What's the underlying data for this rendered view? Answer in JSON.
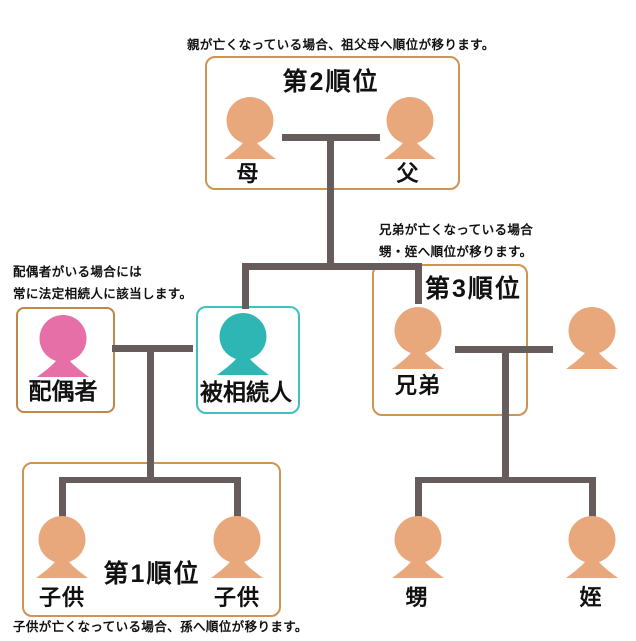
{
  "diagram": {
    "notes": {
      "parents": "親が亡くなっている場合、祖父母へ順位が移ります。",
      "spouse_lines": [
        "配偶者がいる場合には",
        "常に法定相続人に該当します。"
      ],
      "sibling_lines": [
        "兄弟が亡くなっている場合",
        "甥・姪へ順位が移ります。"
      ],
      "children": "子供が亡くなっている場合、孫へ順位が移ります。"
    },
    "ranks": {
      "rank1": "第1順位",
      "rank2": "第2順位",
      "rank3": "第3順位"
    },
    "people": {
      "mother": "母",
      "father": "父",
      "spouse": "配偶者",
      "decedent": "被相続人",
      "sibling": "兄弟",
      "sibling_spouse": "",
      "child_left": "子供",
      "child_right": "子供",
      "nephew": "甥",
      "niece": "姪"
    },
    "colors": {
      "figure_tan": "#e8a87c",
      "figure_pink": "#e56fa6",
      "figure_teal": "#2eb6b4",
      "connector": "#675c5c",
      "group_box_border": "#cd9452",
      "spouse_box_border": "#c2854a",
      "decedent_box_border": "#3fc1bf",
      "text": "#111111",
      "background": "#ffffff"
    }
  }
}
